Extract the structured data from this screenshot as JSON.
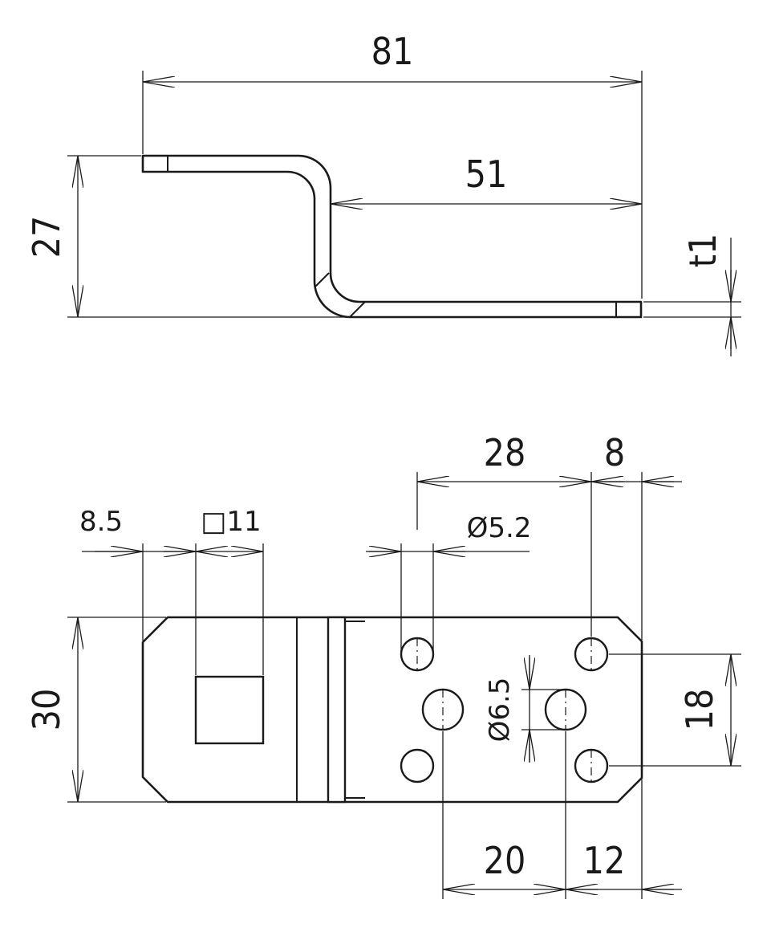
{
  "side_view": {
    "dim_overall_length": "81",
    "dim_flange_length": "51",
    "dim_height": "27",
    "dim_thickness": "t1"
  },
  "top_view": {
    "dim_chamfer": "8.5",
    "dim_square_hole": "□11",
    "dim_hole_pitch": "28",
    "dim_end_distance": "8",
    "dim_small_hole_dia": "Ø5.2",
    "dim_large_hole_dia": "Ø6.5",
    "dim_width": "30",
    "dim_hole_spacing": "18",
    "dim_large_hole_pitch": "20",
    "dim_large_hole_end": "12"
  },
  "colors": {
    "line": "#1a1a1a",
    "background": "#ffffff"
  }
}
